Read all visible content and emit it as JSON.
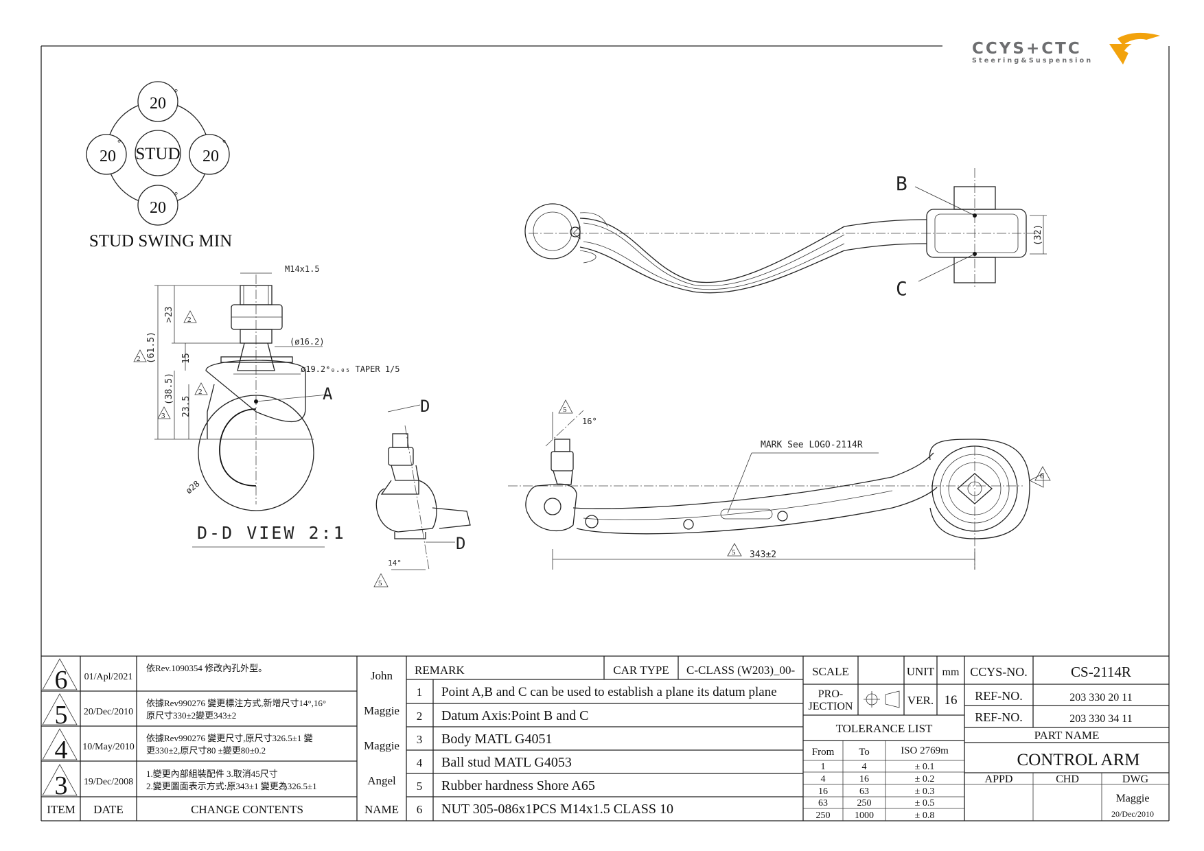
{
  "logo": {
    "brand": "CCYS+CTC",
    "tagline": "Steering&Suspension",
    "accent_color": "#f2a20c",
    "text_color": "#6d6e70"
  },
  "stud_swing": {
    "center": "STUD",
    "values": [
      "20",
      "20",
      "20",
      "20"
    ],
    "degree_mark": "°",
    "title": "STUD SWING MIN"
  },
  "section_view": {
    "thread": "M14x1.5",
    "dim_23": ">23",
    "dim_61_5": "(61.5)",
    "dim_38_5": "(38.5)",
    "dim_15": "15",
    "dim_23_5": "23.5",
    "dia_16_2": "(ø16.2)",
    "taper": "ø19.2⁰₀.₀₅ TAPER 1/5",
    "dia_28": "ø28",
    "point_a": "A",
    "view_title": "D-D VIEW 2:1",
    "rev_mark": "2",
    "rev_mark_3": "3"
  },
  "side_view": {
    "point_d_top": "D",
    "point_d_bottom": "D",
    "angle": "14°",
    "rev_mark": "5"
  },
  "top_view": {
    "point_b": "B",
    "point_c": "C",
    "dim_32": "(32)"
  },
  "front_view": {
    "angle": "16°",
    "mark": "MARK See LOGO-2114R",
    "length": "343±2",
    "rev_mark": "5",
    "rev_mark_6": "6"
  },
  "revisions": {
    "rows": [
      {
        "item": "6",
        "date": "01/Apl/2021",
        "lines": [
          "依Rev.1090354 修改內孔外型。"
        ],
        "name": "John"
      },
      {
        "item": "5",
        "date": "20/Dec/2010",
        "lines": [
          "依據Rev990276 變更標注方式,新增尺寸14°,16°",
          "原尺寸330±2變更343±2"
        ],
        "name": "Maggie"
      },
      {
        "item": "4",
        "date": "10/May/2010",
        "lines": [
          "依據Rev990276 變更尺寸,原尺寸326.5±1 變",
          "更330±2,原尺寸80 ±變更80±0.2"
        ],
        "name": "Maggie"
      },
      {
        "item": "3",
        "date": "19/Dec/2008",
        "lines": [
          "1.變更內部組裝配件 3.取消45尺寸",
          "2.變更圖面表示方式:原343±1 變更為326.5±1"
        ],
        "name": "Angel"
      }
    ],
    "header": {
      "item": "ITEM",
      "date": "DATE",
      "contents": "CHANGE CONTENTS",
      "name": "NAME"
    }
  },
  "remarks": {
    "label": "REMARK",
    "car_type_label": "CAR TYPE",
    "car_type": "C-CLASS (W203)_00-",
    "items": [
      {
        "n": "1",
        "text": "Point A,B and C can be used to establish a plane its datum plane"
      },
      {
        "n": "2",
        "text": "Datum Axis:Point B and C"
      },
      {
        "n": "3",
        "text": "Body MATL  G4051"
      },
      {
        "n": "4",
        "text": "Ball stud MATL  G4053"
      },
      {
        "n": "5",
        "text": "Rubber hardness Shore A65"
      },
      {
        "n": "6",
        "text": "NUT 305-086x1PCS M14x1.5 CLASS 10"
      }
    ]
  },
  "spec": {
    "scale_label": "SCALE",
    "unit_label": "UNIT",
    "unit": "mm",
    "projection_line1": "PRO-",
    "projection_line2": "JECTION",
    "ver_label": "VER.",
    "ver": "16",
    "tolerance_title": "TOLERANCE LIST",
    "tol_from": "From",
    "tol_to": "To",
    "tol_std": "ISO 2769m",
    "tolerances": [
      {
        "from": "1",
        "to": "4",
        "tol": "± 0.1"
      },
      {
        "from": "4",
        "to": "16",
        "tol": "± 0.2"
      },
      {
        "from": "16",
        "to": "63",
        "tol": "± 0.3"
      },
      {
        "from": "63",
        "to": "250",
        "tol": "± 0.5"
      },
      {
        "from": "250",
        "to": "1000",
        "tol": "± 0.8"
      }
    ]
  },
  "part": {
    "ccys_label": "CCYS-NO.",
    "ccys_no": "CS-2114R",
    "ref_label": "REF-NO.",
    "ref_no_1": "203 330 20 11",
    "ref_no_2": "203 330 34 11",
    "part_name_label": "PART NAME",
    "part_name": "CONTROL ARM",
    "appd": "APPD",
    "chd": "CHD",
    "dwg": "DWG",
    "drawn_by": "Maggie",
    "drawn_date": "20/Dec/2010"
  }
}
